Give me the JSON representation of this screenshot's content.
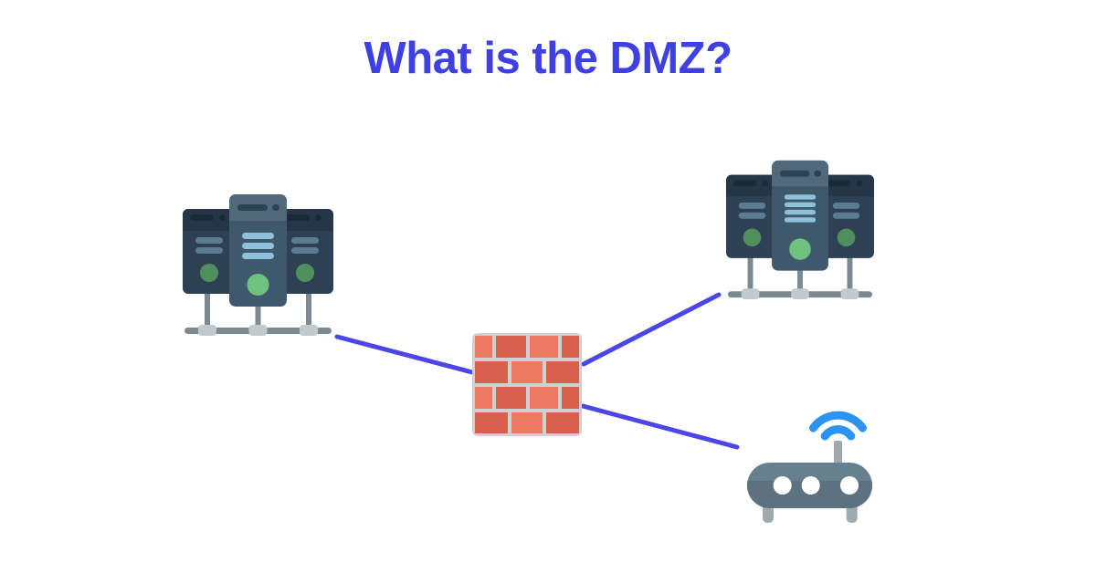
{
  "title": "What is the DMZ?",
  "colors": {
    "background": "#ffffff",
    "title_blue": "#3f40e2",
    "connector_blue": "#4a46e8",
    "mortar_gray": "#cdd1d4",
    "brick_red_dark": "#d6604c",
    "brick_red_light": "#ed7a62",
    "server_center_head": "#51697b",
    "server_center_body": "#3f586b",
    "server_center_pill": "#2c4354",
    "server_side_body": "#2e4154",
    "server_side_head": "#253747",
    "server_side_pill": "#1b2a38",
    "server_side_stripe": "#5b7b90",
    "server_stripe_blue": "#8fc2da",
    "dot_green_light": "#6ec17f",
    "dot_green_dark": "#4f8f5e",
    "leg_gray": "#7b8a92",
    "pad_gray": "#c3c9cd",
    "router_top": "#67808f",
    "router_bottom": "#5c7280",
    "antenna_gray": "#9fa9b0",
    "wifi_blue": "#2d93f0",
    "port_white": "#ffffff"
  },
  "diagram": {
    "nodes": [
      {
        "id": "server-cluster-left",
        "icon": "server-cluster-icon",
        "description": "internal server rack cluster"
      },
      {
        "id": "server-cluster-top-right",
        "icon": "server-cluster-icon",
        "description": "DMZ server rack cluster"
      },
      {
        "id": "firewall-center",
        "icon": "firewall-brick-wall-icon",
        "description": "brick wall firewall"
      },
      {
        "id": "router-bottom-right",
        "icon": "wifi-router-icon",
        "description": "wireless router with antenna"
      }
    ],
    "connections": [
      {
        "from": "server-cluster-left",
        "to": "firewall-center"
      },
      {
        "from": "firewall-center",
        "to": "server-cluster-top-right"
      },
      {
        "from": "firewall-center",
        "to": "router-bottom-right"
      }
    ]
  }
}
